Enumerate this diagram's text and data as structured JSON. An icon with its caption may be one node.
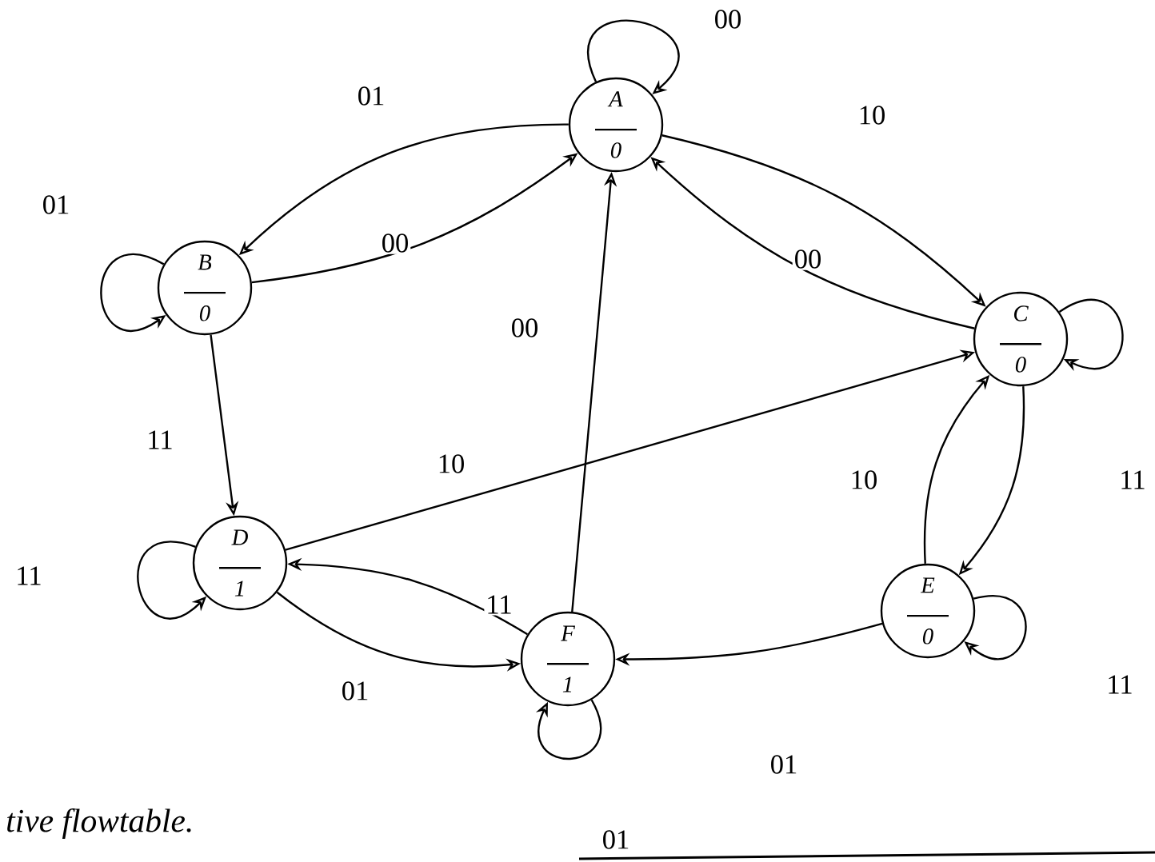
{
  "diagram": {
    "nodes": [
      {
        "text": [
          "A",
          "0"
        ]
      },
      {
        "text": [
          "B",
          "0"
        ]
      },
      {
        "text": [
          "C",
          "0"
        ]
      },
      {
        "text": [
          "D",
          "1"
        ]
      },
      {
        "text": [
          "E",
          "0"
        ]
      },
      {
        "text": [
          "F",
          "1"
        ]
      }
    ],
    "edges": [
      {
        "from": 0,
        "to": 0,
        "arrow": "to",
        "label": "00"
      },
      {
        "from": 0,
        "to": 1,
        "arrow": "to",
        "label": "01"
      },
      {
        "from": 1,
        "to": 0,
        "arrow": "to",
        "label": "00"
      },
      {
        "from": 0,
        "to": 2,
        "arrow": "to",
        "label": "10"
      },
      {
        "from": 2,
        "to": 0,
        "arrow": "to",
        "label": "00"
      },
      {
        "from": 1,
        "to": 1,
        "arrow": "to",
        "label": "01"
      },
      {
        "from": 1,
        "to": 3,
        "arrow": "to",
        "label": "11"
      },
      {
        "from": 2,
        "to": 2,
        "arrow": "to"
      },
      {
        "from": 3,
        "to": 2,
        "arrow": "to",
        "label": "10"
      },
      {
        "from": 3,
        "to": 3,
        "arrow": "to",
        "label": "11"
      },
      {
        "from": 5,
        "to": 3,
        "arrow": "to",
        "label": "11"
      },
      {
        "from": 3,
        "to": 5,
        "arrow": "to",
        "label": "01"
      },
      {
        "from": 5,
        "to": 0,
        "arrow": "to",
        "label": "00"
      },
      {
        "from": 2,
        "to": 4,
        "arrow": "to",
        "label": "11"
      },
      {
        "from": 4,
        "to": 2,
        "arrow": "to",
        "label": "10"
      },
      {
        "from": 4,
        "to": 4,
        "arrow": "to",
        "label": "11"
      },
      {
        "from": 4,
        "to": 5,
        "arrow": "to",
        "label": "01"
      },
      {
        "from": 5,
        "to": 5,
        "arrow": "to",
        "label": "01"
      }
    ],
    "labels": [
      "tive flowtable."
    ]
  }
}
